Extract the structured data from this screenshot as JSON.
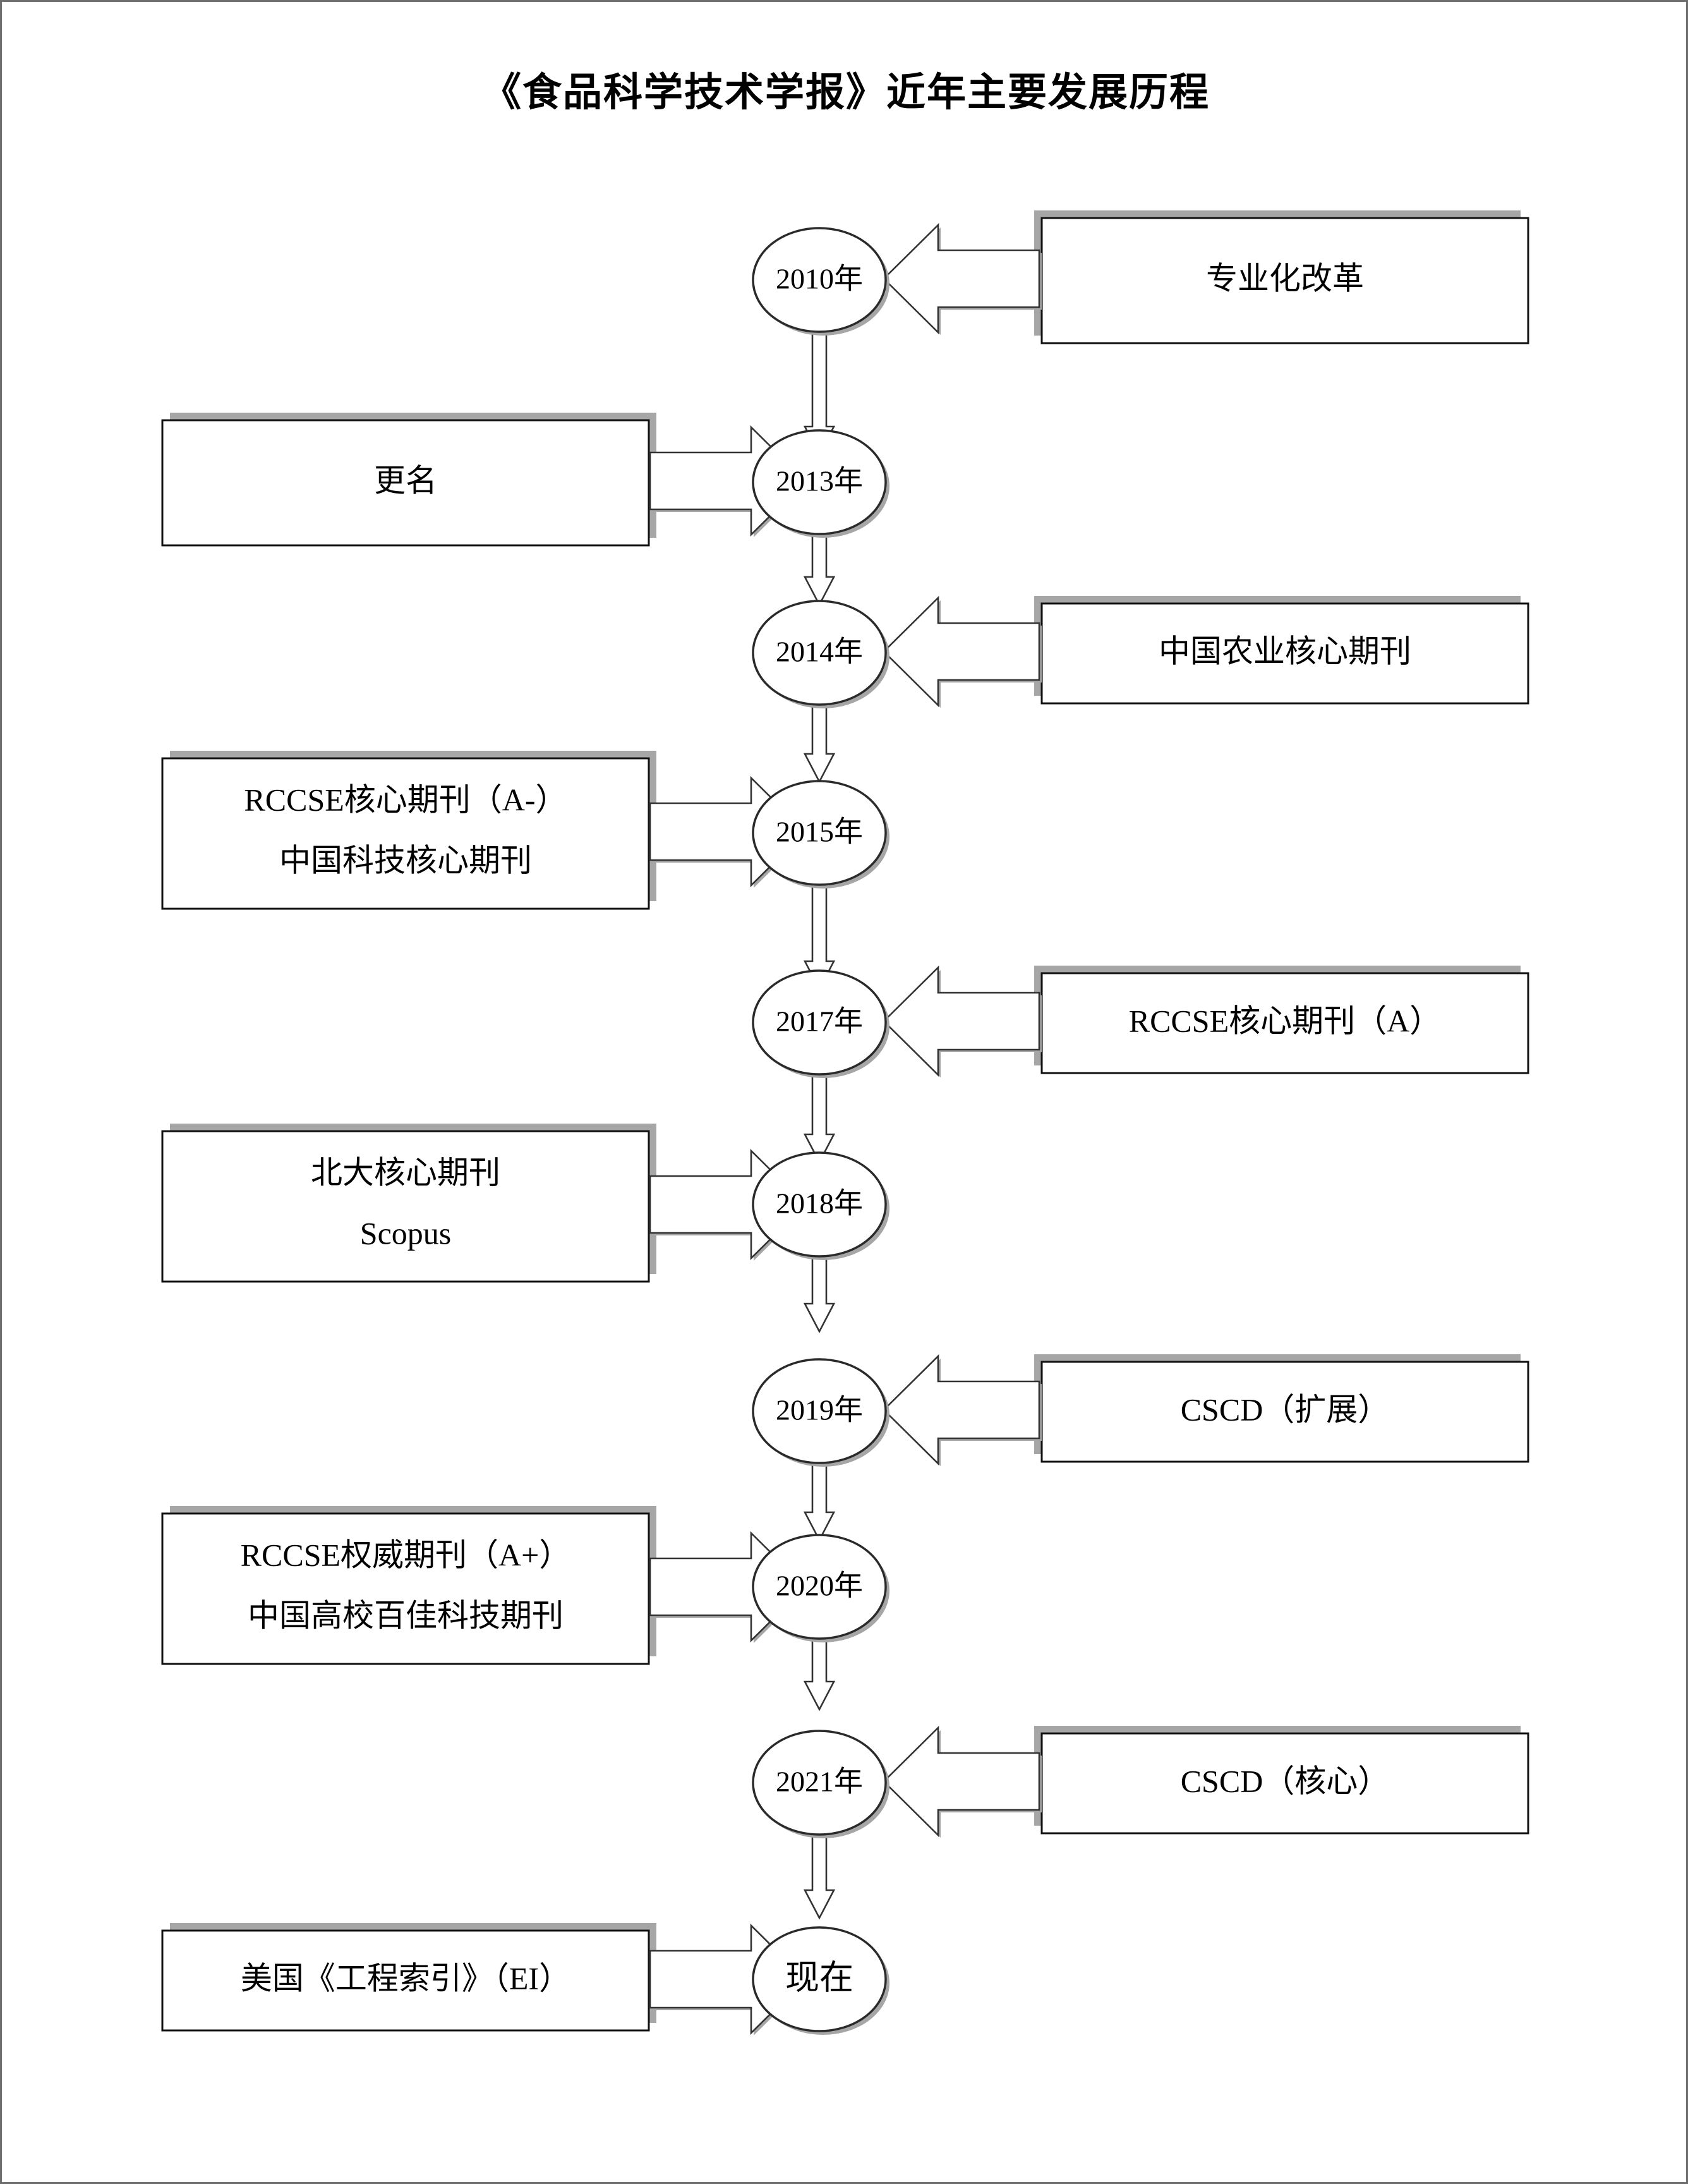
{
  "page": {
    "title": "《食品科学技术学报》近年主要发展历程",
    "border_color": "#6e6e6e",
    "background": "#ffffff",
    "shadow_color": "#a6a6a6",
    "line_color": "#111111"
  },
  "chart_data": {
    "type": "diagram",
    "diagram_kind": "vertical-timeline-flowchart",
    "title": "《食品科学技术学报》近年主要发展历程",
    "timeline_nodes": [
      {
        "id": "n2010",
        "label": "2010年",
        "side": "right",
        "event_lines": [
          "专业化改革"
        ]
      },
      {
        "id": "n2013",
        "label": "2013年",
        "side": "left",
        "event_lines": [
          "更名"
        ]
      },
      {
        "id": "n2014",
        "label": "2014年",
        "side": "right",
        "event_lines": [
          "中国农业核心期刊"
        ]
      },
      {
        "id": "n2015",
        "label": "2015年",
        "side": "left",
        "event_lines": [
          "RCCSE核心期刊（A-）",
          "中国科技核心期刊"
        ]
      },
      {
        "id": "n2017",
        "label": "2017年",
        "side": "right",
        "event_lines": [
          "RCCSE核心期刊（A）"
        ]
      },
      {
        "id": "n2018",
        "label": "2018年",
        "side": "left",
        "event_lines": [
          "北大核心期刊",
          "Scopus"
        ]
      },
      {
        "id": "n2019",
        "label": "2019年",
        "side": "right",
        "event_lines": [
          "CSCD（扩展）"
        ]
      },
      {
        "id": "n2020",
        "label": "2020年",
        "side": "left",
        "event_lines": [
          "RCCSE权威期刊（A+）",
          "中国高校百佳科技期刊"
        ]
      },
      {
        "id": "n2021",
        "label": "2021年",
        "side": "right",
        "event_lines": [
          "CSCD（核心）"
        ]
      },
      {
        "id": "nnow",
        "label": "现在",
        "side": "left",
        "event_lines": [
          "美国《工程索引》（EI）"
        ]
      }
    ],
    "flow_order": [
      "2010年",
      "2013年",
      "2014年",
      "2015年",
      "2017年",
      "2018年",
      "2019年",
      "2020年",
      "2021年",
      "现在"
    ],
    "connector_type": "block-arrow",
    "vertical_connector_direction": "downward",
    "notes": "Each year ellipse receives a horizontal block arrow from an event box; consecutive years are joined by downward block arrows."
  },
  "nodes": {
    "n2010": {
      "label": "2010年"
    },
    "n2013": {
      "label": "2013年"
    },
    "n2014": {
      "label": "2014年"
    },
    "n2015": {
      "label": "2015年"
    },
    "n2017": {
      "label": "2017年"
    },
    "n2018": {
      "label": "2018年"
    },
    "n2019": {
      "label": "2019年"
    },
    "n2020": {
      "label": "2020年"
    },
    "n2021": {
      "label": "2021年"
    },
    "nnow": {
      "label": "现在"
    }
  },
  "boxes": {
    "b2010": {
      "line1": "专业化改革"
    },
    "b2013": {
      "line1": "更名"
    },
    "b2014": {
      "line1": "中国农业核心期刊"
    },
    "b2015": {
      "line1": "RCCSE核心期刊（A-）",
      "line2": "中国科技核心期刊"
    },
    "b2017": {
      "line1": "RCCSE核心期刊（A）"
    },
    "b2018": {
      "line1": "北大核心期刊",
      "line2": "Scopus"
    },
    "b2019": {
      "line1": "CSCD（扩展）"
    },
    "b2020": {
      "line1": "RCCSE权威期刊（A+）",
      "line2": "中国高校百佳科技期刊"
    },
    "b2021": {
      "line1": "CSCD（核心）"
    },
    "bnow": {
      "line1": "美国《工程索引》（EI）"
    }
  }
}
